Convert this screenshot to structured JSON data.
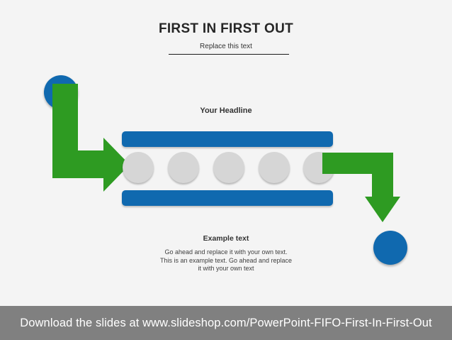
{
  "slide": {
    "background_color": "#f4f4f4",
    "title": "FIRST IN FIRST OUT",
    "subtitle": "Replace this text",
    "headline": "Your Headline",
    "example_title": "Example text",
    "example_body": "Go ahead and replace it with your own text. This is an example text. Go ahead and replace it with your own text"
  },
  "colors": {
    "blue": "#1069af",
    "green": "#2e9b22",
    "gray_item": "#d6d6d6",
    "footer_gray": "#808080",
    "text_dark": "#333333"
  },
  "diagram": {
    "conveyor": {
      "top_bar_label": "",
      "bottom_bar_label": "",
      "item_count": 5,
      "items": [
        {
          "label": ""
        },
        {
          "label": ""
        },
        {
          "label": ""
        },
        {
          "label": ""
        },
        {
          "label": ""
        }
      ]
    },
    "input_arrow": {
      "icon": "elbow-arrow-down-right-icon",
      "color": "#2e9b22"
    },
    "output_arrow": {
      "icon": "elbow-arrow-right-down-icon",
      "color": "#2e9b22"
    },
    "input_node": {
      "icon": "circle-icon",
      "color": "#1069af",
      "label": ""
    },
    "output_node": {
      "icon": "circle-icon",
      "color": "#1069af",
      "label": ""
    }
  },
  "footer": {
    "text": "Download the slides at www.slideshop.com/PowerPoint-FIFO-First-In-First-Out",
    "background_color": "#808080",
    "text_color": "#ffffff"
  }
}
